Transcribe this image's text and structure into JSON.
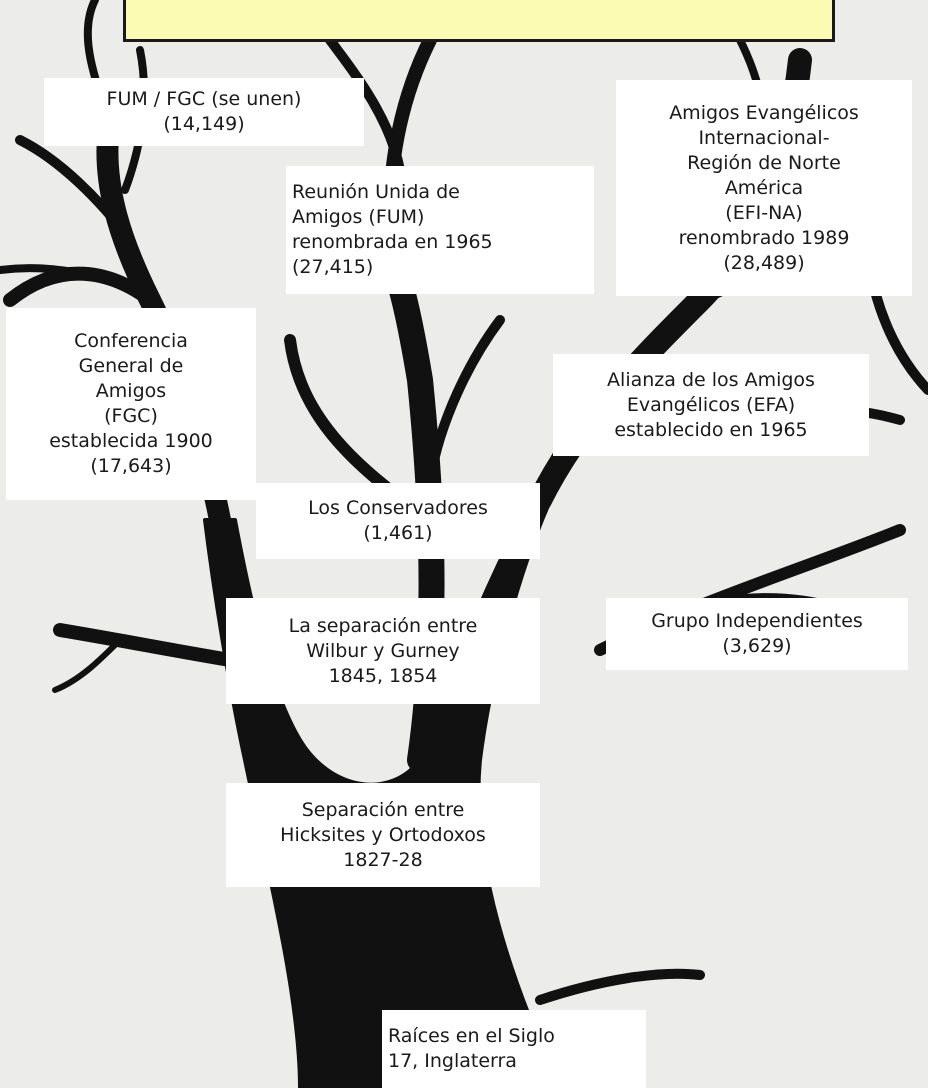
{
  "diagram": {
    "colors": {
      "background": "#ececea",
      "trunk": "#111111",
      "banner_fill": "#fbfbb3",
      "label_fill": "#ffffff"
    },
    "labels": {
      "fum_fgc": "FUM / FGC (se unen)\n(14,149)",
      "fum": "Reunión Unida de\nAmigos (FUM)\nrenombrada en 1965\n(27,415)",
      "efi_na": "Amigos Evangélicos\nInternacional-\nRegión de Norte\nAmérica\n(EFI-NA)\nrenombrado 1989\n(28,489)",
      "fgc": "Conferencia\nGeneral de\nAmigos\n(FGC)\nestablecida 1900\n(17,643)",
      "efa": "Alianza de los Amigos\nEvangélicos (EFA)\nestablecido en 1965",
      "conservadores": "Los Conservadores\n(1,461)",
      "wilbur_gurney": "La separación entre\nWilbur y Gurney\n1845, 1854",
      "independientes": "Grupo Independientes\n(3,629)",
      "hicksites": "Separación entre\nHicksites y Ortodoxos\n1827-28",
      "raices": "Raíces en el  Siglo\n17, Inglaterra"
    }
  }
}
